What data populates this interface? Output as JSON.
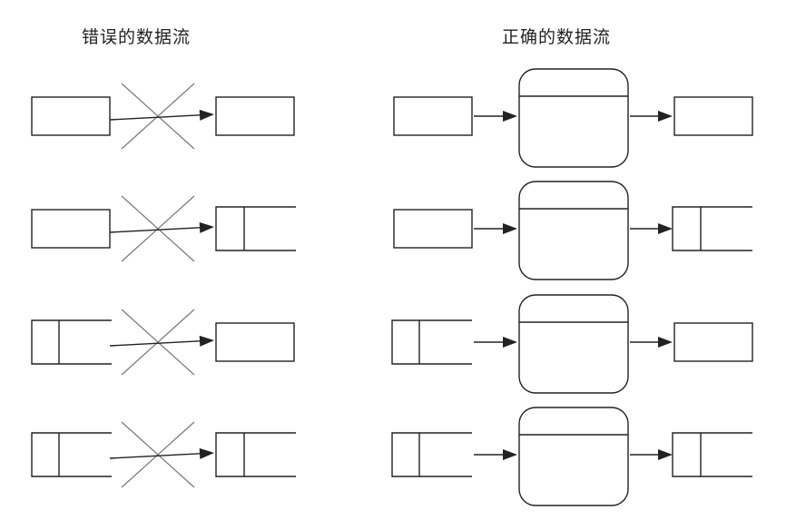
{
  "titles": {
    "wrong": "错误的数据流",
    "correct": "正确的数据流"
  },
  "rows": [
    {
      "wrong": {
        "source": "external-entity",
        "target": "external-entity"
      },
      "correct": {
        "source": "external-entity",
        "target": "external-entity"
      }
    },
    {
      "wrong": {
        "source": "external-entity",
        "target": "data-store"
      },
      "correct": {
        "source": "external-entity",
        "target": "data-store"
      }
    },
    {
      "wrong": {
        "source": "data-store",
        "target": "external-entity"
      },
      "correct": {
        "source": "data-store",
        "target": "external-entity"
      }
    },
    {
      "wrong": {
        "source": "data-store",
        "target": "data-store"
      },
      "correct": {
        "source": "data-store",
        "target": "data-store"
      }
    }
  ]
}
